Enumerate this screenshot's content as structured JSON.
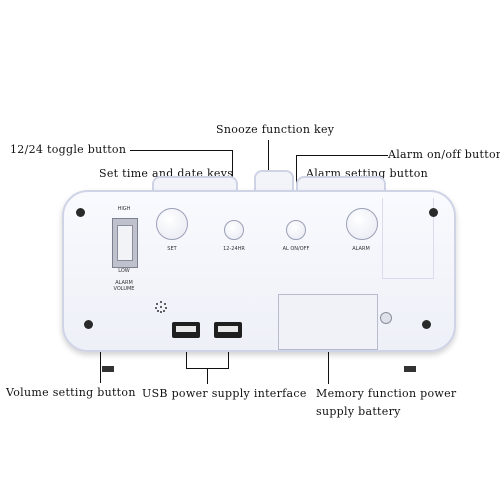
{
  "callouts": {
    "snooze": "Snooze function key",
    "toggle_12_24": "12/24 toggle button",
    "alarm_on_off": "Alarm on/off button",
    "set_time_date": "Set time and date keys",
    "alarm_setting": "Alarm setting button",
    "volume_setting": "Volume setting button",
    "usb_power": "USB power supply interface",
    "memory_battery_line1": "Memory function power",
    "memory_battery_line2": "supply battery"
  },
  "device": {
    "volume_high": "HIGH",
    "volume_low": "LOW",
    "volume_caption": "ALARM VOLUME",
    "keys": [
      {
        "label": "SET"
      },
      {
        "label": "12-24HR"
      },
      {
        "label": "AL ON/OFF"
      },
      {
        "label": "ALARM"
      }
    ]
  },
  "colors": {
    "body": "#f4f5fb",
    "outline": "#cfd3e6",
    "text": "#111111"
  }
}
